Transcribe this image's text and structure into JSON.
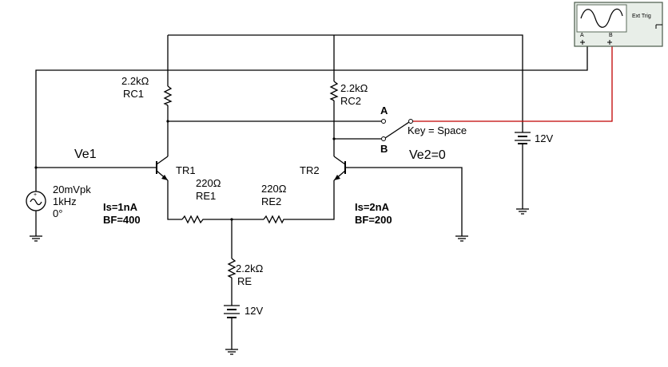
{
  "components": {
    "rc1": {
      "value": "2.2kΩ",
      "name": "RC1"
    },
    "rc2": {
      "value": "2.2kΩ",
      "name": "RC2"
    },
    "re1": {
      "value": "220Ω",
      "name": "RE1"
    },
    "re2": {
      "value": "220Ω",
      "name": "RE2"
    },
    "re": {
      "value": "2.2kΩ",
      "name": "RE"
    },
    "tr1": {
      "name": "TR1",
      "is": "Is=1nA",
      "bf": "BF=400"
    },
    "tr2": {
      "name": "TR2",
      "is": "Is=2nA",
      "bf": "BF=200"
    },
    "source": {
      "amp": "20mVpk",
      "freq": "1kHz",
      "phase": "0°"
    },
    "vcc": {
      "value": "12V"
    },
    "vee": {
      "value": "12V"
    }
  },
  "switch": {
    "a": "A",
    "b": "B",
    "key": "Key = Space"
  },
  "nets": {
    "ve1": "Ve1",
    "ve2": "Ve2=0"
  },
  "scope": {
    "ext_trig": "Ext Trig",
    "ch_a": "A",
    "ch_b": "B"
  },
  "colors": {
    "wire": "#000000",
    "probe_wire": "#c00000",
    "scope_body": "#e8eee8",
    "scope_frame": "#4a5a4a"
  }
}
